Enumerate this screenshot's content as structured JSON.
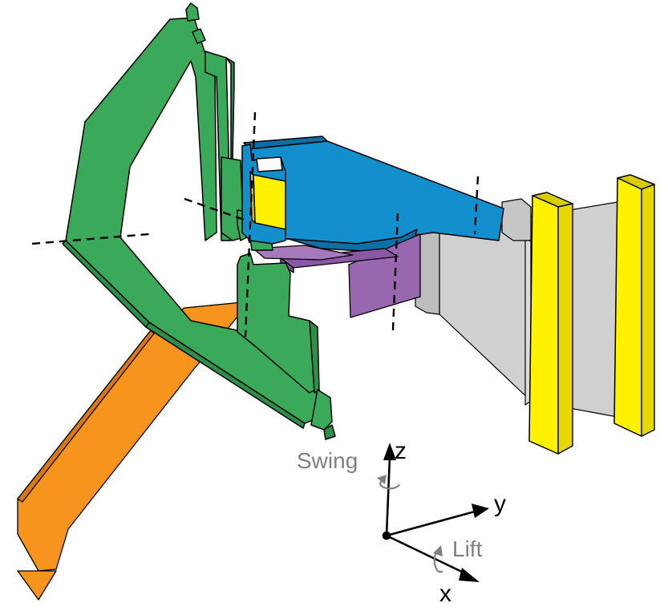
{
  "labels": {
    "swing": "Swing",
    "lift": "Lift",
    "axis_x": "x",
    "axis_y": "y",
    "axis_z": "z"
  },
  "colors": {
    "green": "#3aaa5a",
    "blue": "#128fcc",
    "yellow": "#fff200",
    "orange": "#f7941d",
    "purple": "#9966b0",
    "gray": "#d0d0d0",
    "label_gray": "#808080",
    "outline": "#000000"
  }
}
